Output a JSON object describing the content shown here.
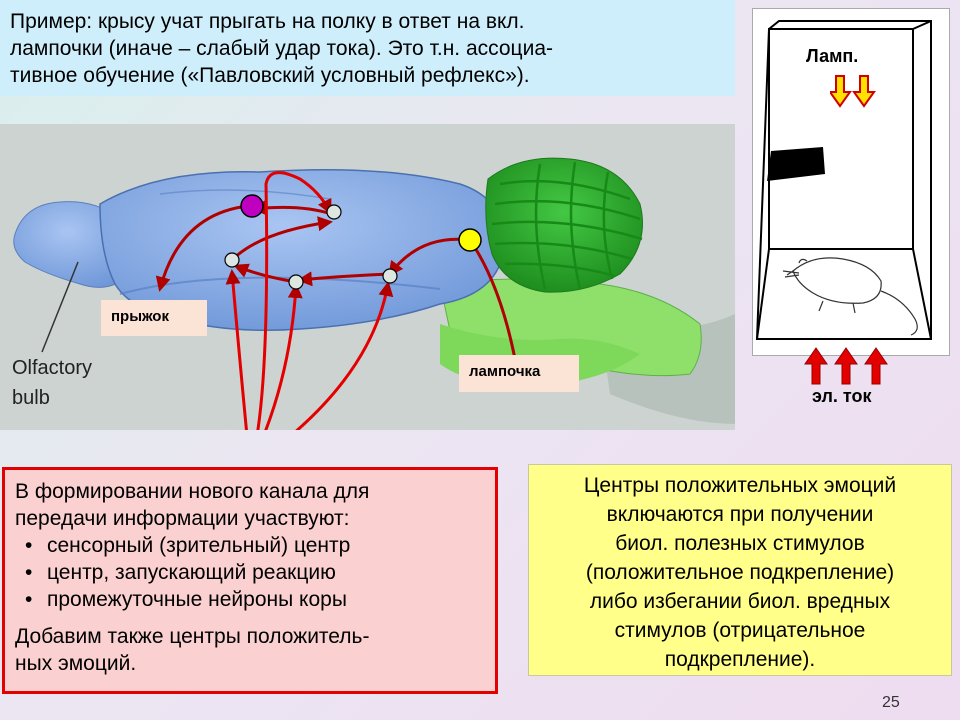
{
  "intro": {
    "line1": "Пример: крысу учат прыгать на полку в ответ на вкл.",
    "line2": "лампочки (иначе – слабый удар тока). Это т.н. ассоциа-",
    "line3": "тивное обучение («Павловский условный рефлекс»)."
  },
  "brain": {
    "olfactory_line1": "Olfactory",
    "olfactory_line2": "bulb",
    "jump_label": "прыжок",
    "lamp_label": "лампочка"
  },
  "cage": {
    "lamp_label": "Ламп.",
    "current_label": "эл. ток"
  },
  "info_box": {
    "line1": "В формировании нового канала для",
    "line2": "передачи информации участвуют:",
    "bullets": [
      "сенсорный (зрительный) центр",
      "центр, запускающий реакцию",
      "промежуточные нейроны коры"
    ],
    "closing_line1": "Добавим также центры положитель-",
    "closing_line2": "ных эмоций."
  },
  "emotions_box": {
    "lines": [
      "Центры положительных эмоций",
      "включаются при получении",
      "биол. полезных стимулов",
      "(положительное подкрепление)",
      "либо избегании биол. вредных",
      "стимулов (отрицательное",
      "подкрепление)."
    ]
  },
  "page_number": "25",
  "colors": {
    "pathway": "#b00000",
    "red_line": "#e30000",
    "cortex": "#7fa7e6",
    "cerebellum": "#2eb02e",
    "brainstem": "#8ee06a",
    "emotion_node": "#c000c0",
    "sensory_node": "#ffff00",
    "box_red": "#fbd0d0",
    "box_yellow": "#ffff8a"
  }
}
